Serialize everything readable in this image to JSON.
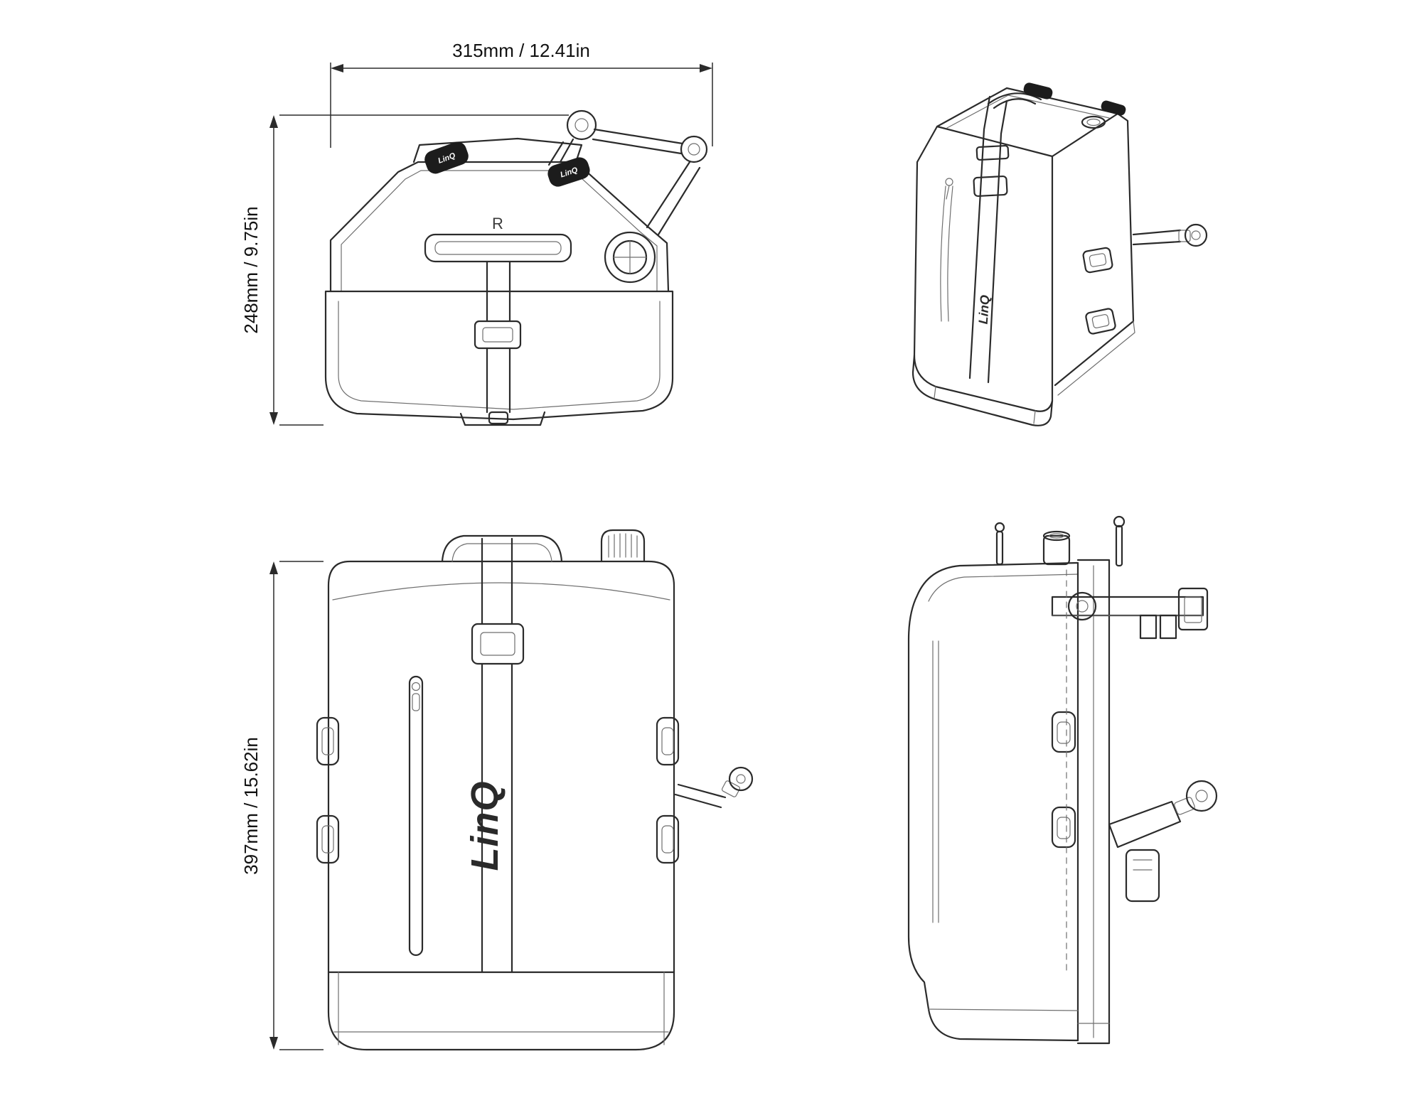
{
  "colors": {
    "background": "#ffffff",
    "line": "#2b2b2b",
    "detail_line": "#6f6f6f",
    "dark_fill": "#1c1c1c"
  },
  "dimensions": {
    "width": "315mm / 12.41in",
    "depth": "248mm / 9.75in",
    "height": "397mm / 15.62in"
  },
  "branding": {
    "logo": "LinQ",
    "orientation_marking": "R"
  }
}
